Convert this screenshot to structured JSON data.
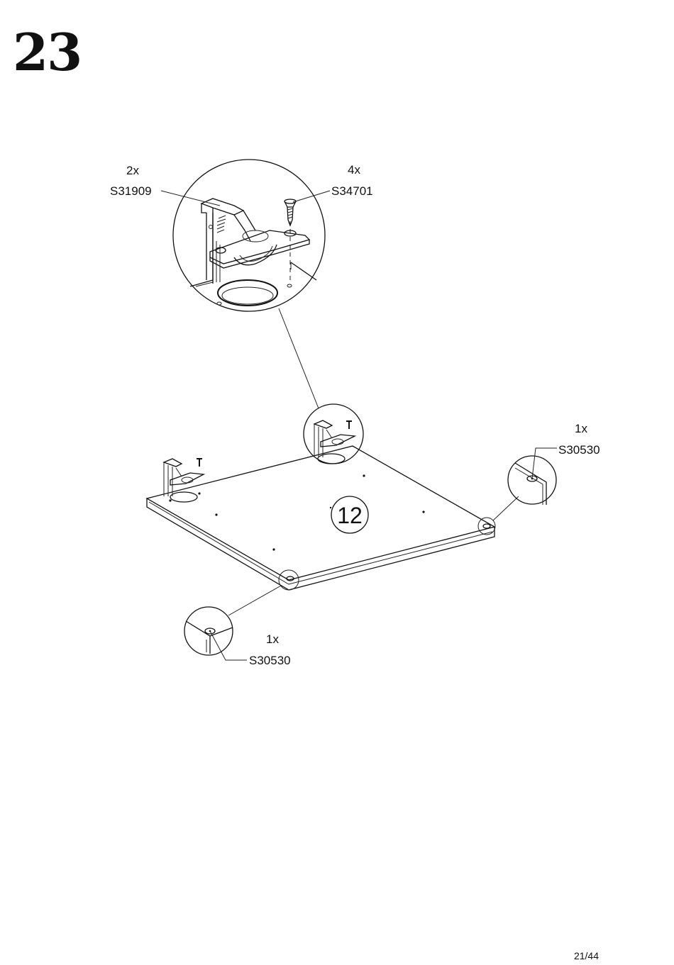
{
  "step": {
    "number": "23"
  },
  "footer": {
    "page_number": "21/44"
  },
  "callouts": {
    "hinge": {
      "qty": "2x",
      "code": "S31909"
    },
    "screw": {
      "qty": "4x",
      "code": "S34701"
    },
    "cap_right": {
      "qty": "1x",
      "code": "S30530"
    },
    "cap_bottom": {
      "qty": "1x",
      "code": "S30530"
    }
  },
  "panel": {
    "label": "12"
  }
}
